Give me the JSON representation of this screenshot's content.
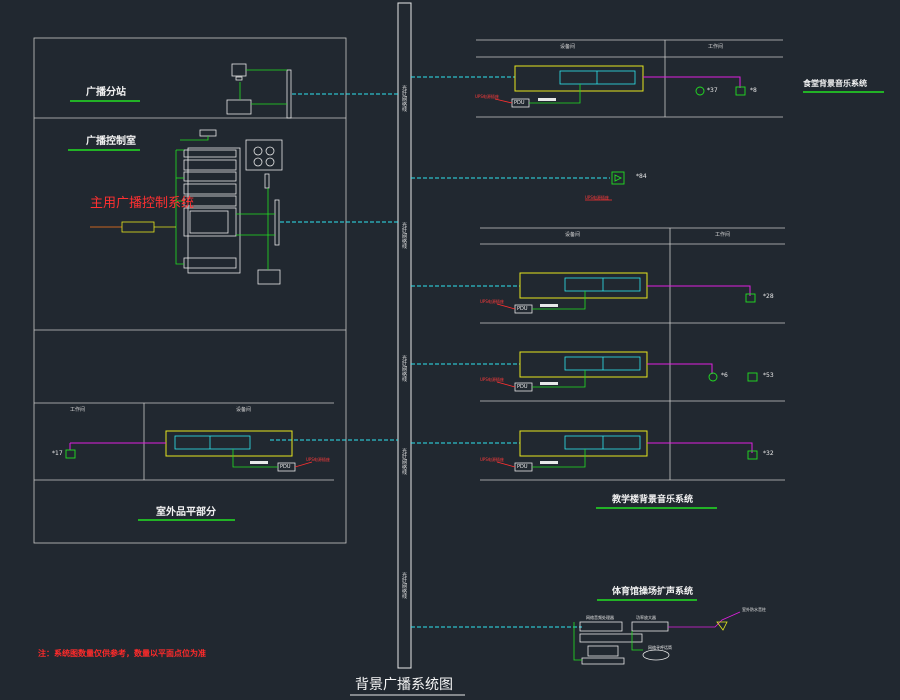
{
  "diagram": {
    "title": "背景广播系统图",
    "note": "注：系统图数量仅供参考，数量以平面点位为准",
    "left_panel": {
      "branch_station": "广播分站",
      "control_room": "广播控制室",
      "control_room_red": "主用广播控制系统",
      "outdoor": "室外品平部分",
      "head_left": "工作间",
      "head_right": "设备间",
      "speaker_count": "*17",
      "pdu": "PDU",
      "ups": "UPS电源插座"
    },
    "backbone": {
      "label": "光纤/网络线"
    },
    "cafeteria": {
      "name": "食堂背景音乐系统",
      "head_left": "设备间",
      "head_right": "工作间",
      "count_a": "*37",
      "count_b": "*8",
      "pdu": "PDU",
      "ups": "UPS电源插座"
    },
    "single": {
      "count": "*84",
      "ups": "UPS电源插座"
    },
    "teaching": {
      "name": "教学楼背景音乐系统",
      "head_left": "设备间",
      "head_right": "工作间",
      "counts": [
        "*28",
        "*6",
        "*53",
        "*32"
      ],
      "pdu": "PDU",
      "ups": "UPS电源插座"
    },
    "gym": {
      "name": "体育馆操场扩声系统",
      "device_a": "网络音频处理器",
      "device_b": "功率放大器",
      "device_c": "网络寻呼话筒",
      "speakers": "室外防水音柱"
    }
  }
}
